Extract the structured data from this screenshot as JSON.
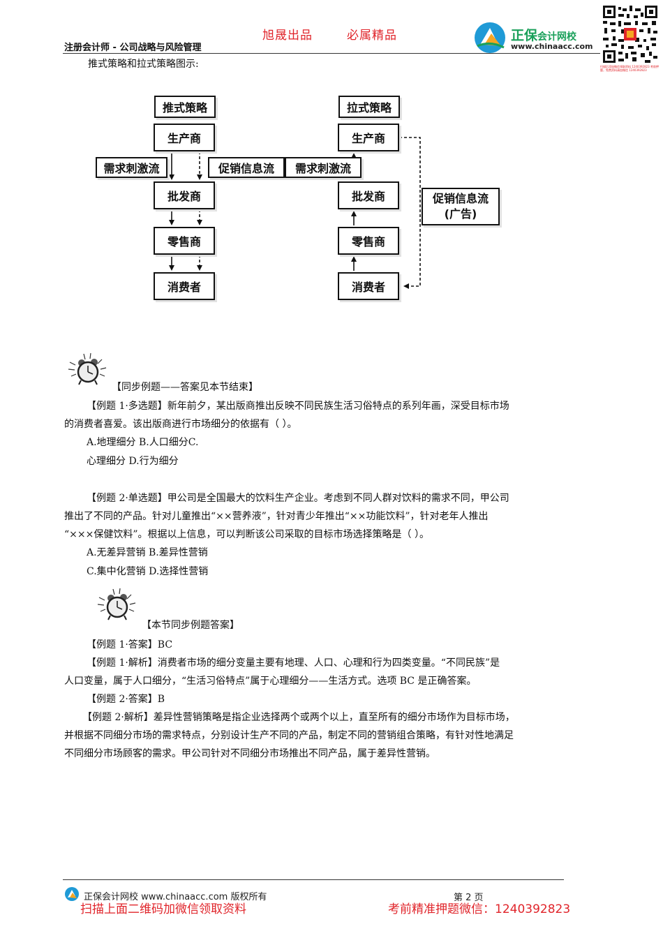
{
  "header": {
    "left_title": "注册会计师 - 公司战略与风险管理",
    "center_left": "旭晟出品",
    "center_right": "必属精品",
    "logo_name": "正保",
    "logo_sub": "会计网校",
    "logo_url": "www.chinaacc.com",
    "qr_caption": "扫描后添加微信领取资料 1240392823 考前押题，免费资料请加微信 1240392823"
  },
  "diagram": {
    "caption": "推式策略和拉式策略图示:",
    "push": {
      "title": "推式策略",
      "nodes": [
        "生产商",
        "批发商",
        "零售商",
        "消费者"
      ],
      "flow_demand": "需求刺激流",
      "flow_promo": "促销信息流"
    },
    "pull": {
      "title": "拉式策略",
      "nodes": [
        "生产商",
        "批发商",
        "零售商",
        "消费者"
      ],
      "flow_demand": "需求刺激流",
      "promo_line1": "促销信息流",
      "promo_line2": "(广告)"
    }
  },
  "examples": {
    "heading": "【同步例题——答案见本节结束】",
    "q1": {
      "line1": "【例题 1·多选题】新年前夕，某出版商推出反映不同民族生活习俗特点的系列年画，深受目标市场",
      "line2": "的消费者喜爱。该出版商进行市场细分的依据有（  ）。",
      "opt1": "A.地理细分   B.人口细分C.",
      "opt2": "心理细分 D.行为细分"
    },
    "q2": {
      "line1": "【例题 2·单选题】甲公司是全国最大的饮料生产企业。考虑到不同人群对饮料的需求不同，甲公司",
      "line2": "推出了不同的产品。针对儿童推出“××营养液”，针对青少年推出“××功能饮料”，针对老年人推出",
      "line3": "“×××保健饮料”。根据以上信息，可以判断该公司采取的目标市场选择策略是（  ）。",
      "opt1": "A.无差异营销 B.差异性营销",
      "opt2": "C.集中化营销 D.选择性营销"
    }
  },
  "answers": {
    "heading": "【本节同步例题答案】",
    "a1": "【例题 1·答案】BC",
    "e1_line1": "【例题 1·解析】消费者市场的细分变量主要有地理、人口、心理和行为四类变量。“不同民族”是",
    "e1_line2": "人口变量，属于人口细分，“生活习俗特点”属于心理细分——生活方式。选项 BC 是正确答案。",
    "a2": "【例题 2·答案】B",
    "e2_line1": "【例题 2·解析】差异性营销策略是指企业选择两个或两个以上，直至所有的细分市场作为目标市场，",
    "e2_line2": "并根据不同细分市场的需求特点，分别设计生产不同的产品，制定不同的营销组合策略，有针对性地满足",
    "e2_line3": "不同细分市场顾客的需求。甲公司针对不同细分市场推出不同产品，属于差异性营销。"
  },
  "footer": {
    "copyright": "正保会计网校 www.chinaacc.com 版权所有",
    "page": "第 2 页",
    "left_promo": "扫描上面二维码加微信领取资料",
    "right_promo": "考前精准押题微信：1240392823"
  }
}
